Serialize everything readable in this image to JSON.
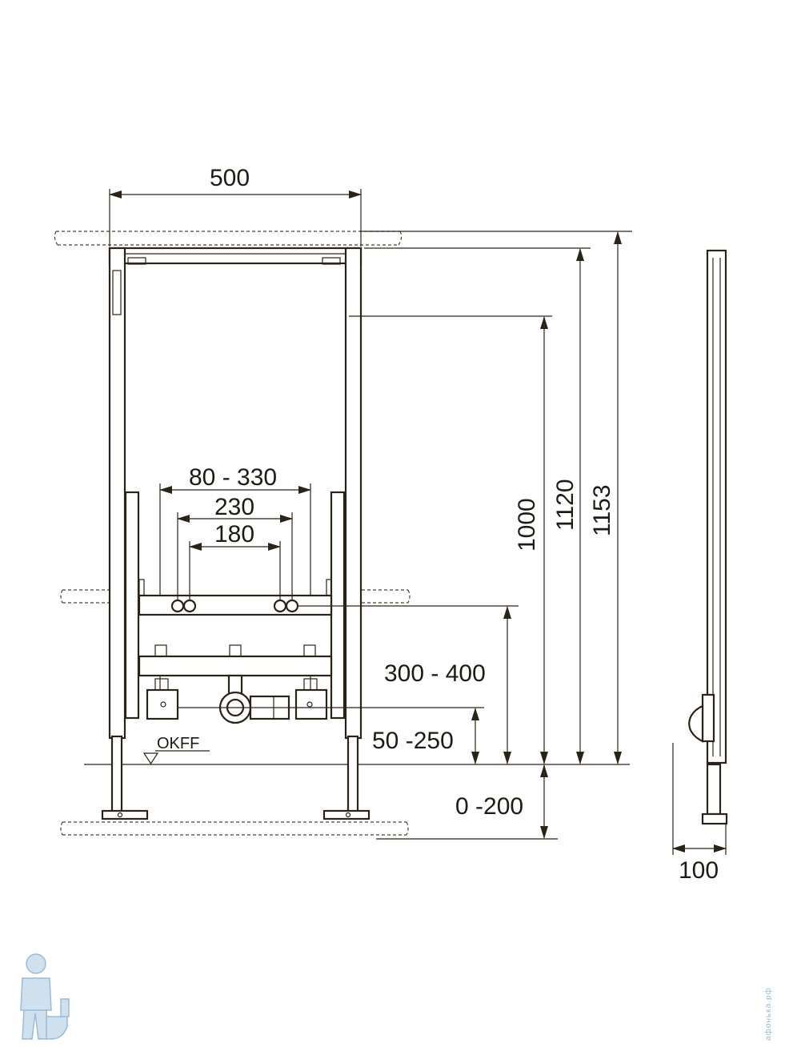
{
  "dimensions": {
    "width": "500",
    "tap_spacing_range": "80 - 330",
    "tap_spacing_230": "230",
    "tap_spacing_180": "180",
    "height_1000": "1000",
    "height_1120": "1120",
    "height_1153": "1153",
    "supply_height": "300 - 400",
    "drain_height": "50 -250",
    "floor_adjust": "0 -200",
    "depth": "100"
  },
  "labels": {
    "floor_level": "OKFF"
  },
  "watermark": {
    "text": "афонька.рф"
  },
  "colors": {
    "line": "#2a2418",
    "watermark": "#9bbbd6"
  },
  "icons": {
    "logo": "plumber-with-toilet-icon"
  }
}
